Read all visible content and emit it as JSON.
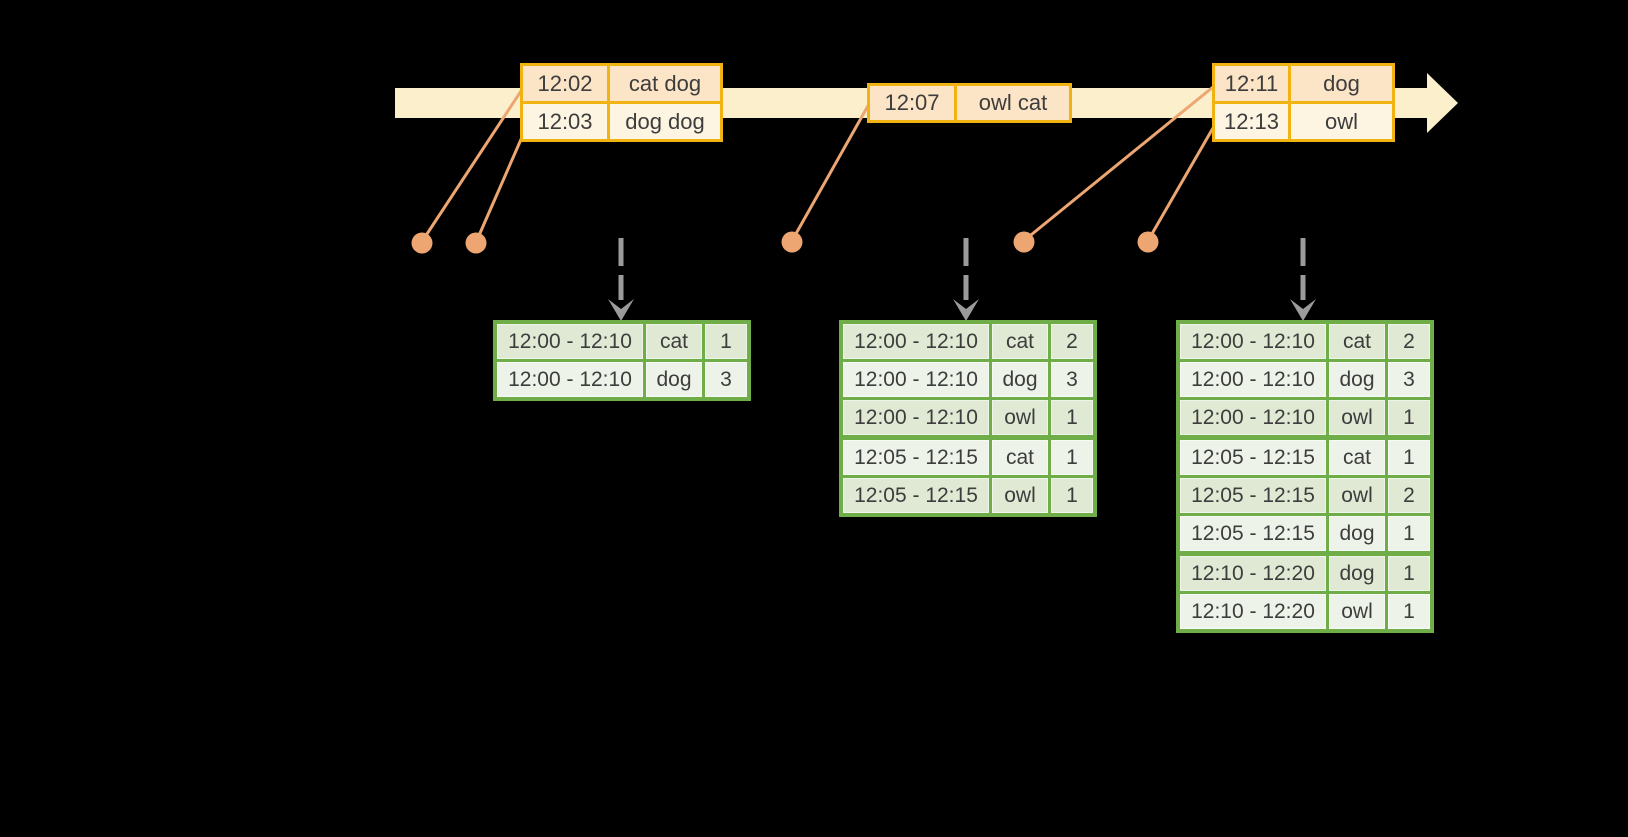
{
  "colors": {
    "background": "#000000",
    "band": "#fbf0cb",
    "gold": "#f0b311",
    "peach": "#fce4c6",
    "cream": "#fdf5e2",
    "green": "#6fad49",
    "cell_dark": "#dfe9d3",
    "cell_light": "#eef3e9",
    "orange": "#eda671",
    "gray": "#9b9b9b",
    "ink": "#3d3d3d"
  },
  "icons": {
    "timeline_arrowhead": "right-arrow",
    "trigger_arrow": "down-chevron-arrow",
    "event_marker": "dot"
  },
  "timeline": {
    "events": [
      {
        "rows": [
          {
            "time": "12:02",
            "words": "cat dog",
            "tone": "peach"
          },
          {
            "time": "12:03",
            "words": "dog dog",
            "tone": "cream"
          }
        ]
      },
      {
        "rows": [
          {
            "time": "12:07",
            "words": "owl cat",
            "tone": "peach"
          }
        ]
      },
      {
        "rows": [
          {
            "time": "12:11",
            "words": "dog",
            "tone": "peach"
          },
          {
            "time": "12:13",
            "words": "owl",
            "tone": "cream"
          }
        ]
      }
    ]
  },
  "result_tables": [
    {
      "rows": [
        [
          "12:00 - 12:10",
          "cat",
          "1"
        ],
        [
          "12:00 - 12:10",
          "dog",
          "3"
        ]
      ],
      "group_starts": []
    },
    {
      "rows": [
        [
          "12:00 - 12:10",
          "cat",
          "2"
        ],
        [
          "12:00 - 12:10",
          "dog",
          "3"
        ],
        [
          "12:00 - 12:10",
          "owl",
          "1"
        ],
        [
          "12:05 - 12:15",
          "cat",
          "1"
        ],
        [
          "12:05 - 12:15",
          "owl",
          "1"
        ]
      ],
      "group_starts": [
        3
      ]
    },
    {
      "rows": [
        [
          "12:00 - 12:10",
          "cat",
          "2"
        ],
        [
          "12:00 - 12:10",
          "dog",
          "3"
        ],
        [
          "12:00 - 12:10",
          "owl",
          "1"
        ],
        [
          "12:05 - 12:15",
          "cat",
          "1"
        ],
        [
          "12:05 - 12:15",
          "owl",
          "2"
        ],
        [
          "12:05 - 12:15",
          "dog",
          "1"
        ],
        [
          "12:10 - 12:20",
          "dog",
          "1"
        ],
        [
          "12:10 - 12:20",
          "owl",
          "1"
        ]
      ],
      "group_starts": [
        3,
        6
      ]
    }
  ]
}
